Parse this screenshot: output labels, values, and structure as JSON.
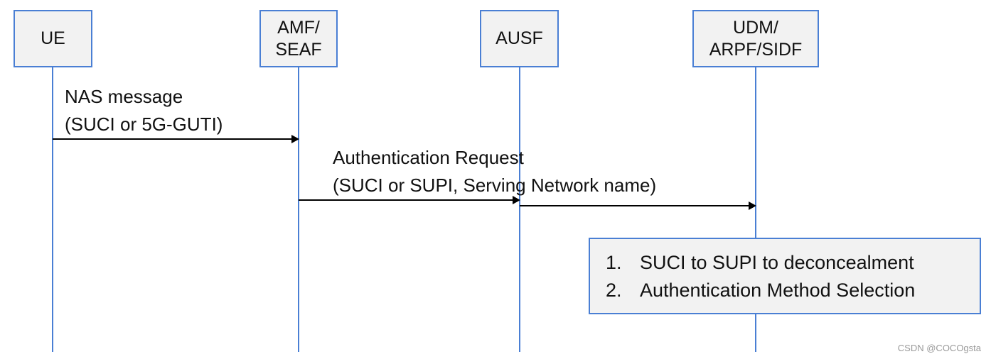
{
  "participants": {
    "ue": {
      "line1": "UE",
      "line2": ""
    },
    "amf": {
      "line1": "AMF/",
      "line2": "SEAF"
    },
    "ausf": {
      "line1": "AUSF",
      "line2": ""
    },
    "udm": {
      "line1": "UDM/",
      "line2": "ARPF/SIDF"
    }
  },
  "messages": {
    "nas": {
      "line1": "NAS message",
      "line2": "(SUCI or 5G-GUTI)"
    },
    "auth_request": {
      "line1": "Authentication Request",
      "line2": "(SUCI or SUPI, Serving Network name)"
    }
  },
  "note": {
    "items": [
      {
        "num": "1.",
        "text": "SUCI to SUPI to deconcealment"
      },
      {
        "num": "2.",
        "text": "Authentication Method Selection"
      }
    ]
  },
  "watermark": "CSDN @COCOgsta",
  "colors": {
    "lifeline": "#4a7fd4",
    "box_fill": "#f2f2f2",
    "arrow": "#000000"
  }
}
